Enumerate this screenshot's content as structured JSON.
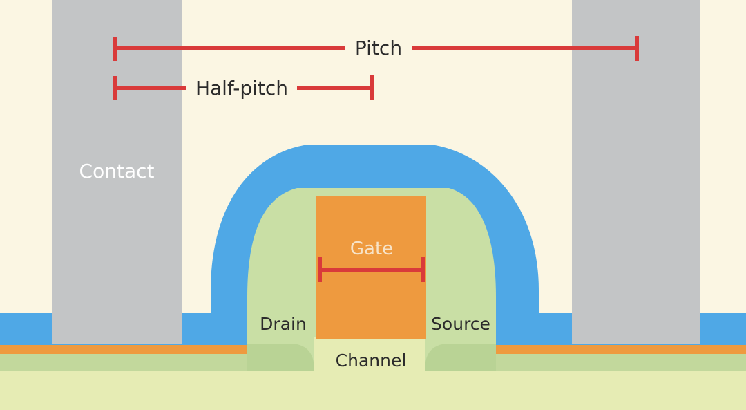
{
  "labels": {
    "pitch": "Pitch",
    "half_pitch": "Half-pitch",
    "contact": "Contact",
    "gate": "Gate",
    "drain": "Drain",
    "source": "Source",
    "channel": "Channel"
  },
  "colors": {
    "background": "#fbf6e3",
    "contact": "#c3c5c6",
    "spacer": "#4fa8e6",
    "drain_source": "#c9dfa5",
    "gate": "#ee9a3f",
    "substrate": "#e6ecb4",
    "substrate_dark": "#b9d395",
    "orange_stripe": "#ee9a3f",
    "dimension_line": "#d93a3a",
    "text_dark": "#2b2b2b",
    "text_light": "#ffffff",
    "gate_text": "#f7e3c8"
  }
}
